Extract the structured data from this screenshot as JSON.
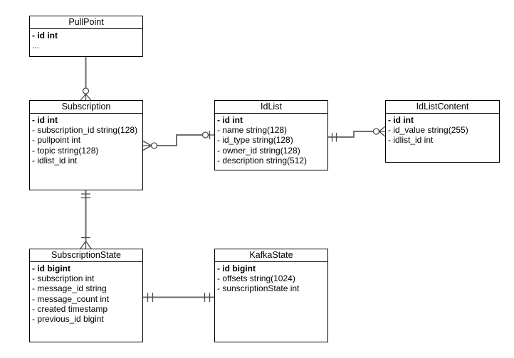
{
  "diagram": {
    "type": "entity-relationship",
    "colors": {
      "box_border": "#000000",
      "box_bg": "#ffffff",
      "line": "#6e6e6e",
      "ornament": "#4a4a4a",
      "text": "#000000"
    }
  },
  "entities": [
    {
      "name": "PullPoint",
      "rows": [
        "- id int",
        "..."
      ]
    },
    {
      "name": "Subscription",
      "rows": [
        "- id int",
        "- subscription_id string(128)",
        "- pullpoint int",
        "- topic string(128)",
        "- idlist_id int"
      ]
    },
    {
      "name": "IdList",
      "rows": [
        "- id int",
        "- name string(128)",
        "- id_type string(128)",
        "- owner_id string(128)",
        "- description string(512)"
      ]
    },
    {
      "name": "IdListContent",
      "rows": [
        "- id int",
        "- id_value string(255)",
        "- idlist_id int"
      ]
    },
    {
      "name": "SubscriptionState",
      "rows": [
        "- id bigint",
        "- subscription int",
        "- message_id string",
        "- message_count int",
        "- created timestamp",
        "- previous_id bigint"
      ]
    },
    {
      "name": "KafkaState",
      "rows": [
        "- id bigint",
        "- offsets string(1024)",
        "- sunscriptionState int"
      ]
    }
  ],
  "relationships": [
    {
      "from": "PullPoint",
      "to": "Subscription",
      "from_cardinality": "one",
      "to_cardinality": "zero-or-many"
    },
    {
      "from": "Subscription",
      "to": "SubscriptionState",
      "from_cardinality": "exactly-one",
      "to_cardinality": "one-or-many"
    },
    {
      "from": "Subscription",
      "to": "IdList",
      "from_cardinality": "zero-or-many",
      "to_cardinality": "zero-or-one"
    },
    {
      "from": "IdList",
      "to": "IdListContent",
      "from_cardinality": "exactly-one",
      "to_cardinality": "zero-or-many"
    },
    {
      "from": "SubscriptionState",
      "to": "KafkaState",
      "from_cardinality": "exactly-one",
      "to_cardinality": "exactly-one"
    }
  ]
}
